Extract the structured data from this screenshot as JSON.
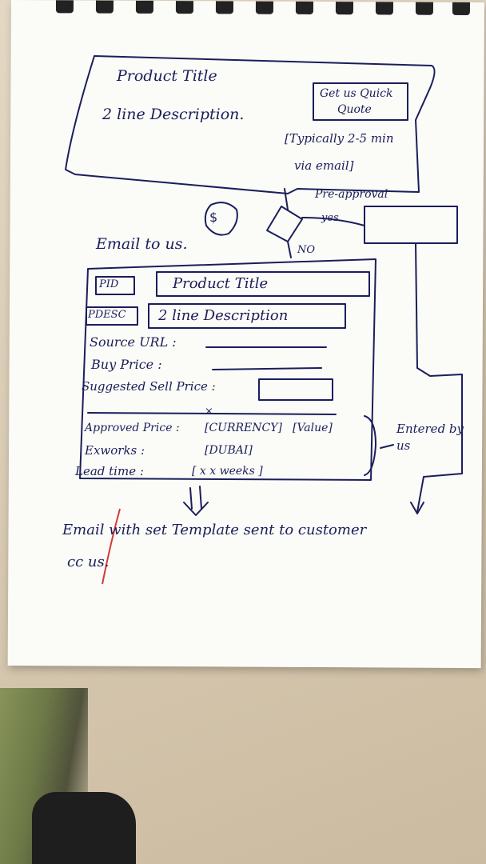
{
  "header_box": {
    "title": "Product Title",
    "description": "2 line Description."
  },
  "quote_button": {
    "line1": "Get us Quick",
    "line2": "Quote"
  },
  "quote_note": {
    "line1": "[Typically 2-5 min",
    "line2": "via email]"
  },
  "decision": {
    "question": "Pre-approval",
    "yes_label": "yes",
    "no_label": "NO"
  },
  "email_to_us": "Email to us.",
  "form": {
    "rows": [
      {
        "key": "product_id",
        "label": "PID",
        "value": "Product Title"
      },
      {
        "key": "product_desc",
        "label": "PDESC",
        "value": "2 line Description"
      }
    ],
    "source_url_label": "Source URL :",
    "buy_price_label": "Buy Price :",
    "suggested_sell_label": "Suggested Sell Price :",
    "approved_price_label": "Approved Price :",
    "currency_field": "[CURRENCY]",
    "value_field": "[Value]",
    "exworks_label": "Exworks :",
    "exworks_value": "[DUBAI]",
    "leadtime_label": "Lead time :",
    "leadtime_value": "[ x x weeks ]",
    "entered_by_note": "Entered by us"
  },
  "final_note": {
    "line1": "Email with set Template sent to customer",
    "line2": "cc us."
  }
}
